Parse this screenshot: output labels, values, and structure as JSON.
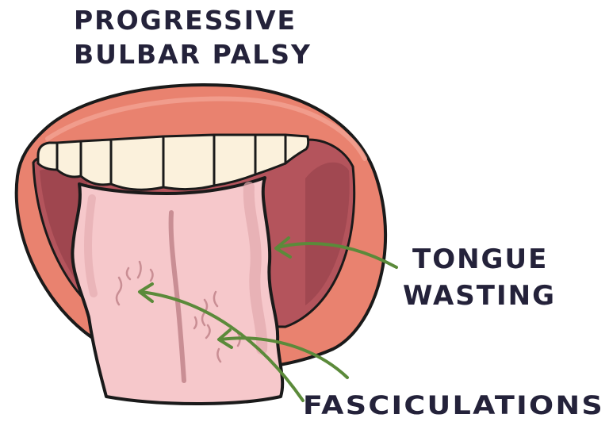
{
  "title": {
    "line1": "PROGRESSIVE",
    "line2": "BULBAR PALSY"
  },
  "labels": {
    "tongue_wasting_line1": "TONGUE",
    "tongue_wasting_line2": "WASTING",
    "fasciculations": "FASCICULATIONS"
  },
  "colors": {
    "outline": "#1a1a1a",
    "lips": "#e9826f",
    "lip_highlight": "#f3a293",
    "mouth_interior": "#b4545c",
    "mouth_shadow": "#8e3b46",
    "teeth": "#fbf1dc",
    "tongue": "#f6c8cb",
    "tongue_shade": "#e2a8ad",
    "tongue_line": "#c98e94",
    "arrow": "#5b8a3a",
    "text": "#24223a"
  }
}
